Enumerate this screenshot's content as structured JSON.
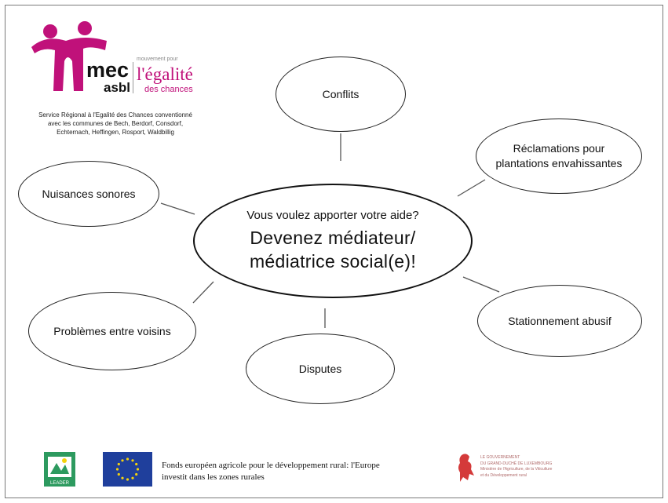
{
  "logo": {
    "name": "mec",
    "suffix": "asbl",
    "tagline": "mouvement pour",
    "egalite": "l'égalité",
    "des_chances": "des chances"
  },
  "service_text": {
    "line1": "Service Régional à l'Egalité des Chances conventionné",
    "line2": "avec les communes de Bech, Berdorf, Consdorf,",
    "line3": "Echternach, Heffingen, Rosport, Waldbillig"
  },
  "central": {
    "question": "Vous voulez apporter votre aide?",
    "line1": "Devenez médiateur/",
    "line2": "médiatrice social(e)!"
  },
  "topics": {
    "conflits": "Conflits",
    "reclamations_line1": "Réclamations pour",
    "reclamations_line2": "plantations envahissantes",
    "nuisances": "Nuisances sonores",
    "stationnement": "Stationnement abusif",
    "problemes": "Problèmes entre voisins",
    "disputes": "Disputes"
  },
  "footer": {
    "fonds_line1": "Fonds européen agricole pour le développement rural:  l'Europe",
    "fonds_line2": "investit dans les zones rurales",
    "leader_text": "LEADER",
    "lux_line1": "LE GOUVERNEMENT",
    "lux_line2": "DU GRAND-DUCHÉ DE LUXEMBOURG",
    "lux_line3": "Ministère de l'Agriculture, de la Viticulture",
    "lux_line4": "et du Développement rural"
  },
  "colors": {
    "brand_magenta": "#c0117a",
    "eu_blue": "#1f3f9c",
    "eu_star": "#f4d20c",
    "leader_green": "#2d9a5f",
    "lux_red": "#d43a3a"
  }
}
